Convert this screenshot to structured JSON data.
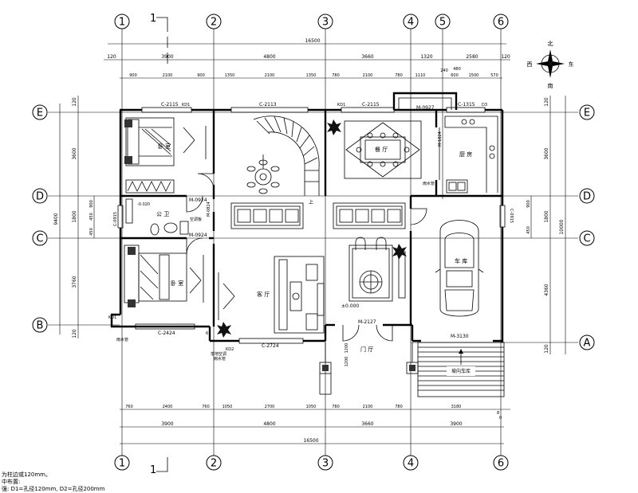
{
  "grid": {
    "columns": [
      "1",
      "2",
      "3",
      "4",
      "5",
      "6"
    ],
    "rows": [
      "E",
      "D",
      "C",
      "B",
      "A"
    ]
  },
  "dimensions": {
    "top_total": "16500",
    "top_axis": [
      "120",
      "3900",
      "4800",
      "3660",
      "1320",
      "2580",
      "120"
    ],
    "top_openings": [
      "900",
      "2100",
      "900",
      "1350",
      "2100",
      "1350",
      "780",
      "2100",
      "780",
      "1110",
      "240",
      "600",
      "1500",
      "570"
    ],
    "top_small": "480",
    "bottom_openings": [
      "760",
      "2400",
      "760",
      "1050",
      "2700",
      "1050",
      "780",
      "2100",
      "780",
      "3180"
    ],
    "bottom_axis": [
      "3900",
      "4800",
      "3660",
      "3900"
    ],
    "bottom_total": "16500",
    "left_total": "9400",
    "left_axis": [
      "120",
      "3600",
      "1800",
      "3760",
      "120"
    ],
    "left_small": [
      "900",
      "450",
      "450"
    ],
    "right_total": "10000",
    "right_axis": [
      "120",
      "3600",
      "1800",
      "4360",
      "120"
    ],
    "right_small": [
      "900",
      "450"
    ],
    "entrance_small": [
      "1200",
      "1200"
    ]
  },
  "rooms": {
    "bedroom_top": "卧 室",
    "bathroom": "公 卫",
    "bedroom_bottom": "卧 室",
    "living_room": "客 厅",
    "dining_room": "餐 厅",
    "kitchen": "厨 房",
    "garage": "车 库",
    "entrance": "门 厅",
    "garage_ramp": "坡向车库"
  },
  "labels": {
    "w_2115_a": "C-2115",
    "w_2113": "C-2113",
    "w_2115_b": "C-2115",
    "w_1315": "C-1315",
    "m_0927": "M-0927",
    "m_1824": "M-1824",
    "m_0924_a": "M-0924",
    "m_0924_b": "M-0924",
    "m_0824": "M-0824",
    "c_0915_l": "C-0915",
    "c_0915_r": "C-0915",
    "c_2424": "C-2424",
    "c_2724": "C-2724",
    "m_2127": "M-2127",
    "m_3130": "M-3130",
    "elev_bath": "-0.020",
    "elev_main": "±0.000",
    "kd_a": "KD1",
    "kd_b": "KD1",
    "kd_c": "KD2",
    "d3": "D3",
    "up": "上",
    "tag_a": "空调板",
    "tag_b": "雨水管",
    "tag_c": "雨水管",
    "tag_d": "落地空调",
    "tag_e": "雨水管",
    "num_6": "6",
    "num_8": "8",
    "num_o": "0"
  },
  "compass": {
    "north": "北",
    "south": "南",
    "east": "东",
    "west": "西"
  },
  "section_mark": "1",
  "notes": [
    "为柱边或120mm。",
    "中布置:",
    "强: D1=孔径120mm, D2=孔径200mm"
  ]
}
